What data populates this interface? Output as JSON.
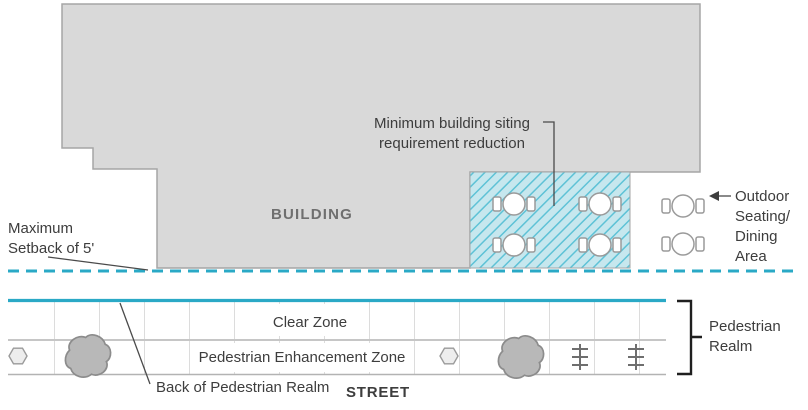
{
  "diagram": {
    "building": {
      "label": "BUILDING"
    },
    "zones": {
      "clear": "Clear Zone",
      "enhancement": "Pedestrian Enhancement Zone",
      "street": "STREET"
    },
    "annotations": {
      "max_setback_line1": "Maximum",
      "max_setback_line2": "Setback of 5'",
      "siting_line1": "Minimum building siting",
      "siting_line2": "requirement reduction",
      "outdoor_line1": "Outdoor",
      "outdoor_line2": "Seating/",
      "outdoor_line3": "Dining",
      "outdoor_line4": "Area",
      "back_of_realm": "Back of Pedestrian Realm",
      "realm_line1": "Pedestrian",
      "realm_line2": "Realm"
    },
    "icons": {
      "table": "dining-table",
      "tree": "street-tree",
      "hexagon": "hex-site-furnishing",
      "bike_rack": "bike-rack"
    },
    "colors": {
      "accent_teal": "#2AA9C6",
      "building_fill": "#D9D9D9",
      "building_stroke": "#A6A6A6",
      "hatch_fill": "#C6E7EE",
      "hatch_line": "#5EC2D6",
      "text": "#3D3D3D",
      "muted_text": "#6F6F6F"
    }
  }
}
